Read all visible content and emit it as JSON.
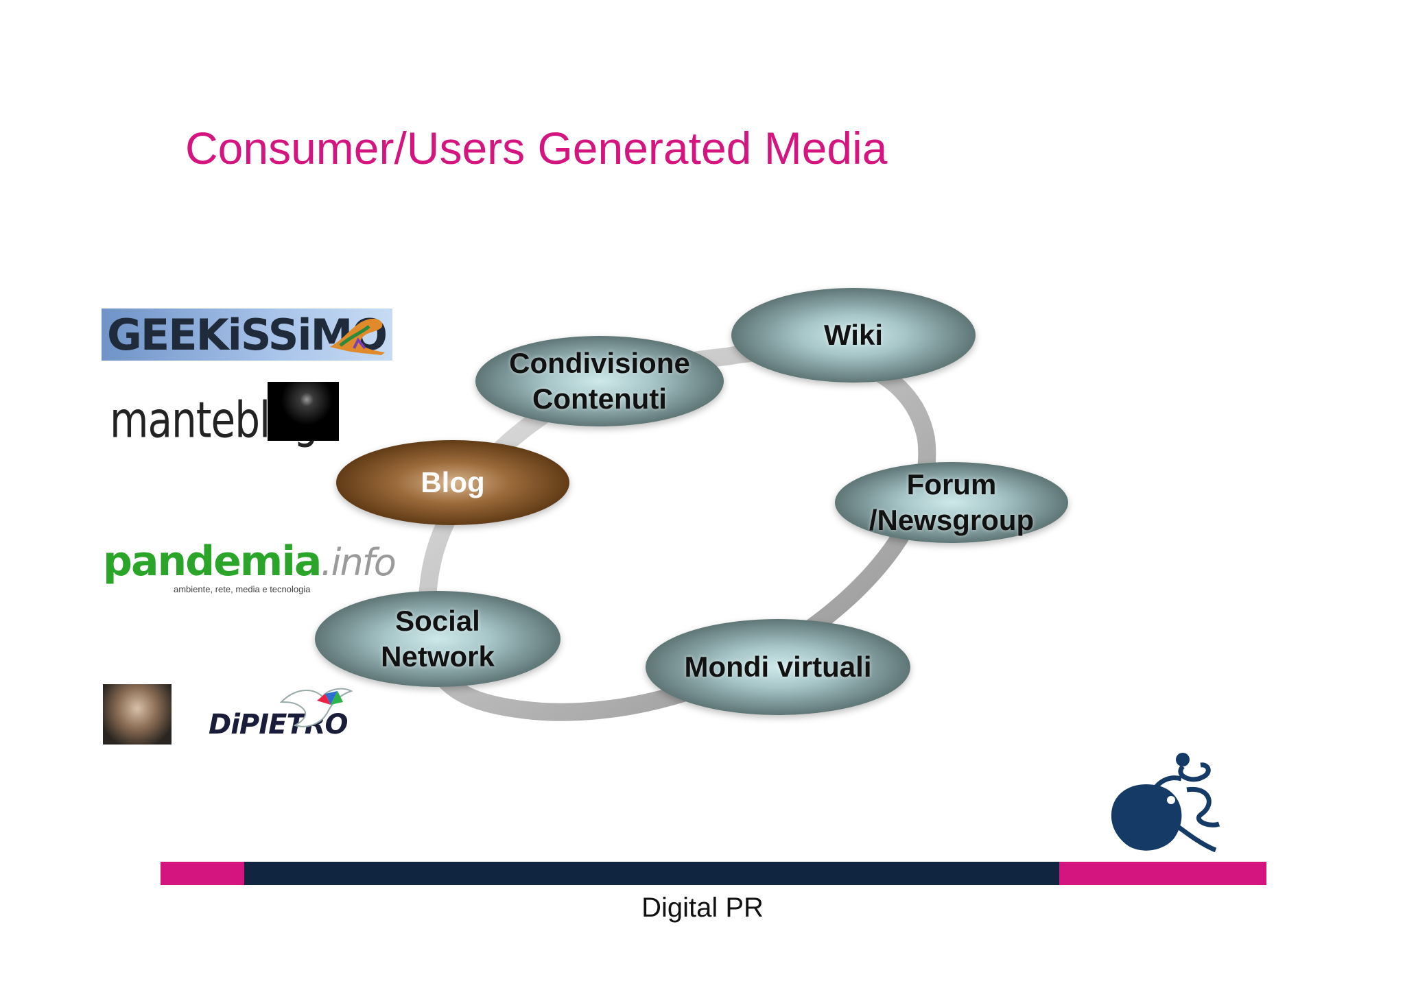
{
  "slide": {
    "title": "Consumer/Users Generated Media",
    "footer": "Digital PR"
  },
  "diagram": {
    "nodes": [
      {
        "id": "blog",
        "label": "Blog"
      },
      {
        "id": "condivisione",
        "label": "Condivisione\nContenuti"
      },
      {
        "id": "wiki",
        "label": "Wiki"
      },
      {
        "id": "forum",
        "label": "Forum\n/Newsgroup"
      },
      {
        "id": "mondi",
        "label": "Mondi virtuali"
      },
      {
        "id": "social",
        "label": "Social\nNetwork"
      }
    ]
  },
  "logos": {
    "geekissimo": {
      "text": "GEEKiSSiMO"
    },
    "manteblog": {
      "text": "manteblog"
    },
    "pandemia": {
      "text": "pandemia",
      "suffix": ".info",
      "tagline": "ambiente, rete, media e tecnologia"
    },
    "dipietro": {
      "text": "DiPIETRO"
    }
  },
  "colors": {
    "accent": "#d4147f",
    "navy": "#0f2540",
    "blog_node": "#6b4118",
    "node": "#7f9a9b"
  }
}
